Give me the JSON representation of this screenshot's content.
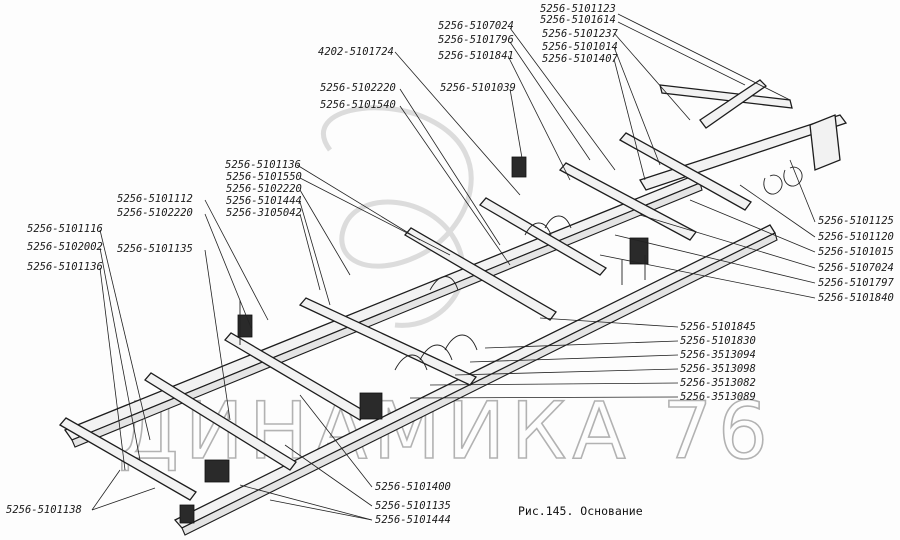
{
  "figure": {
    "caption": "Рис.145. Основание",
    "watermark": "ДИНАМИКА 76"
  },
  "labels": {
    "l01": "5256-5101123",
    "l02": "5256-5101614",
    "l03": "5256-5101237",
    "l04": "5256-5101014",
    "l05": "5256-5101407",
    "l06": "5256-5107024",
    "l07": "5256-5101796",
    "l08": "5256-5101841",
    "l09": "4202-5101724",
    "l10": "5256-5101039",
    "l11": "5256-5102220",
    "l12": "5256-5101540",
    "l13": "5256-5101136",
    "l14": "5256-5101550",
    "l15": "5256-5102220",
    "l16": "5256-5101444",
    "l17": "5256-3105042",
    "l18": "5256-5101112",
    "l19": "5256-5102220",
    "l20": "5256-5101116",
    "l21": "5256-5102002",
    "l22": "5256-5101135",
    "l23": "5256-5101136",
    "l24": "5256-5101125",
    "l25": "5256-5101120",
    "l26": "5256-5101015",
    "l27": "5256-5107024",
    "l28": "5256-5101797",
    "l29": "5256-5101840",
    "l30": "5256-5101845",
    "l31": "5256-5101830",
    "l32": "5256-3513094",
    "l33": "5256-3513098",
    "l34": "5256-3513082",
    "l35": "5256-3513089",
    "l36": "5256-5101400",
    "l37": "5256-5101135",
    "l38": "5256-5101444",
    "l39": "5256-5101138"
  }
}
